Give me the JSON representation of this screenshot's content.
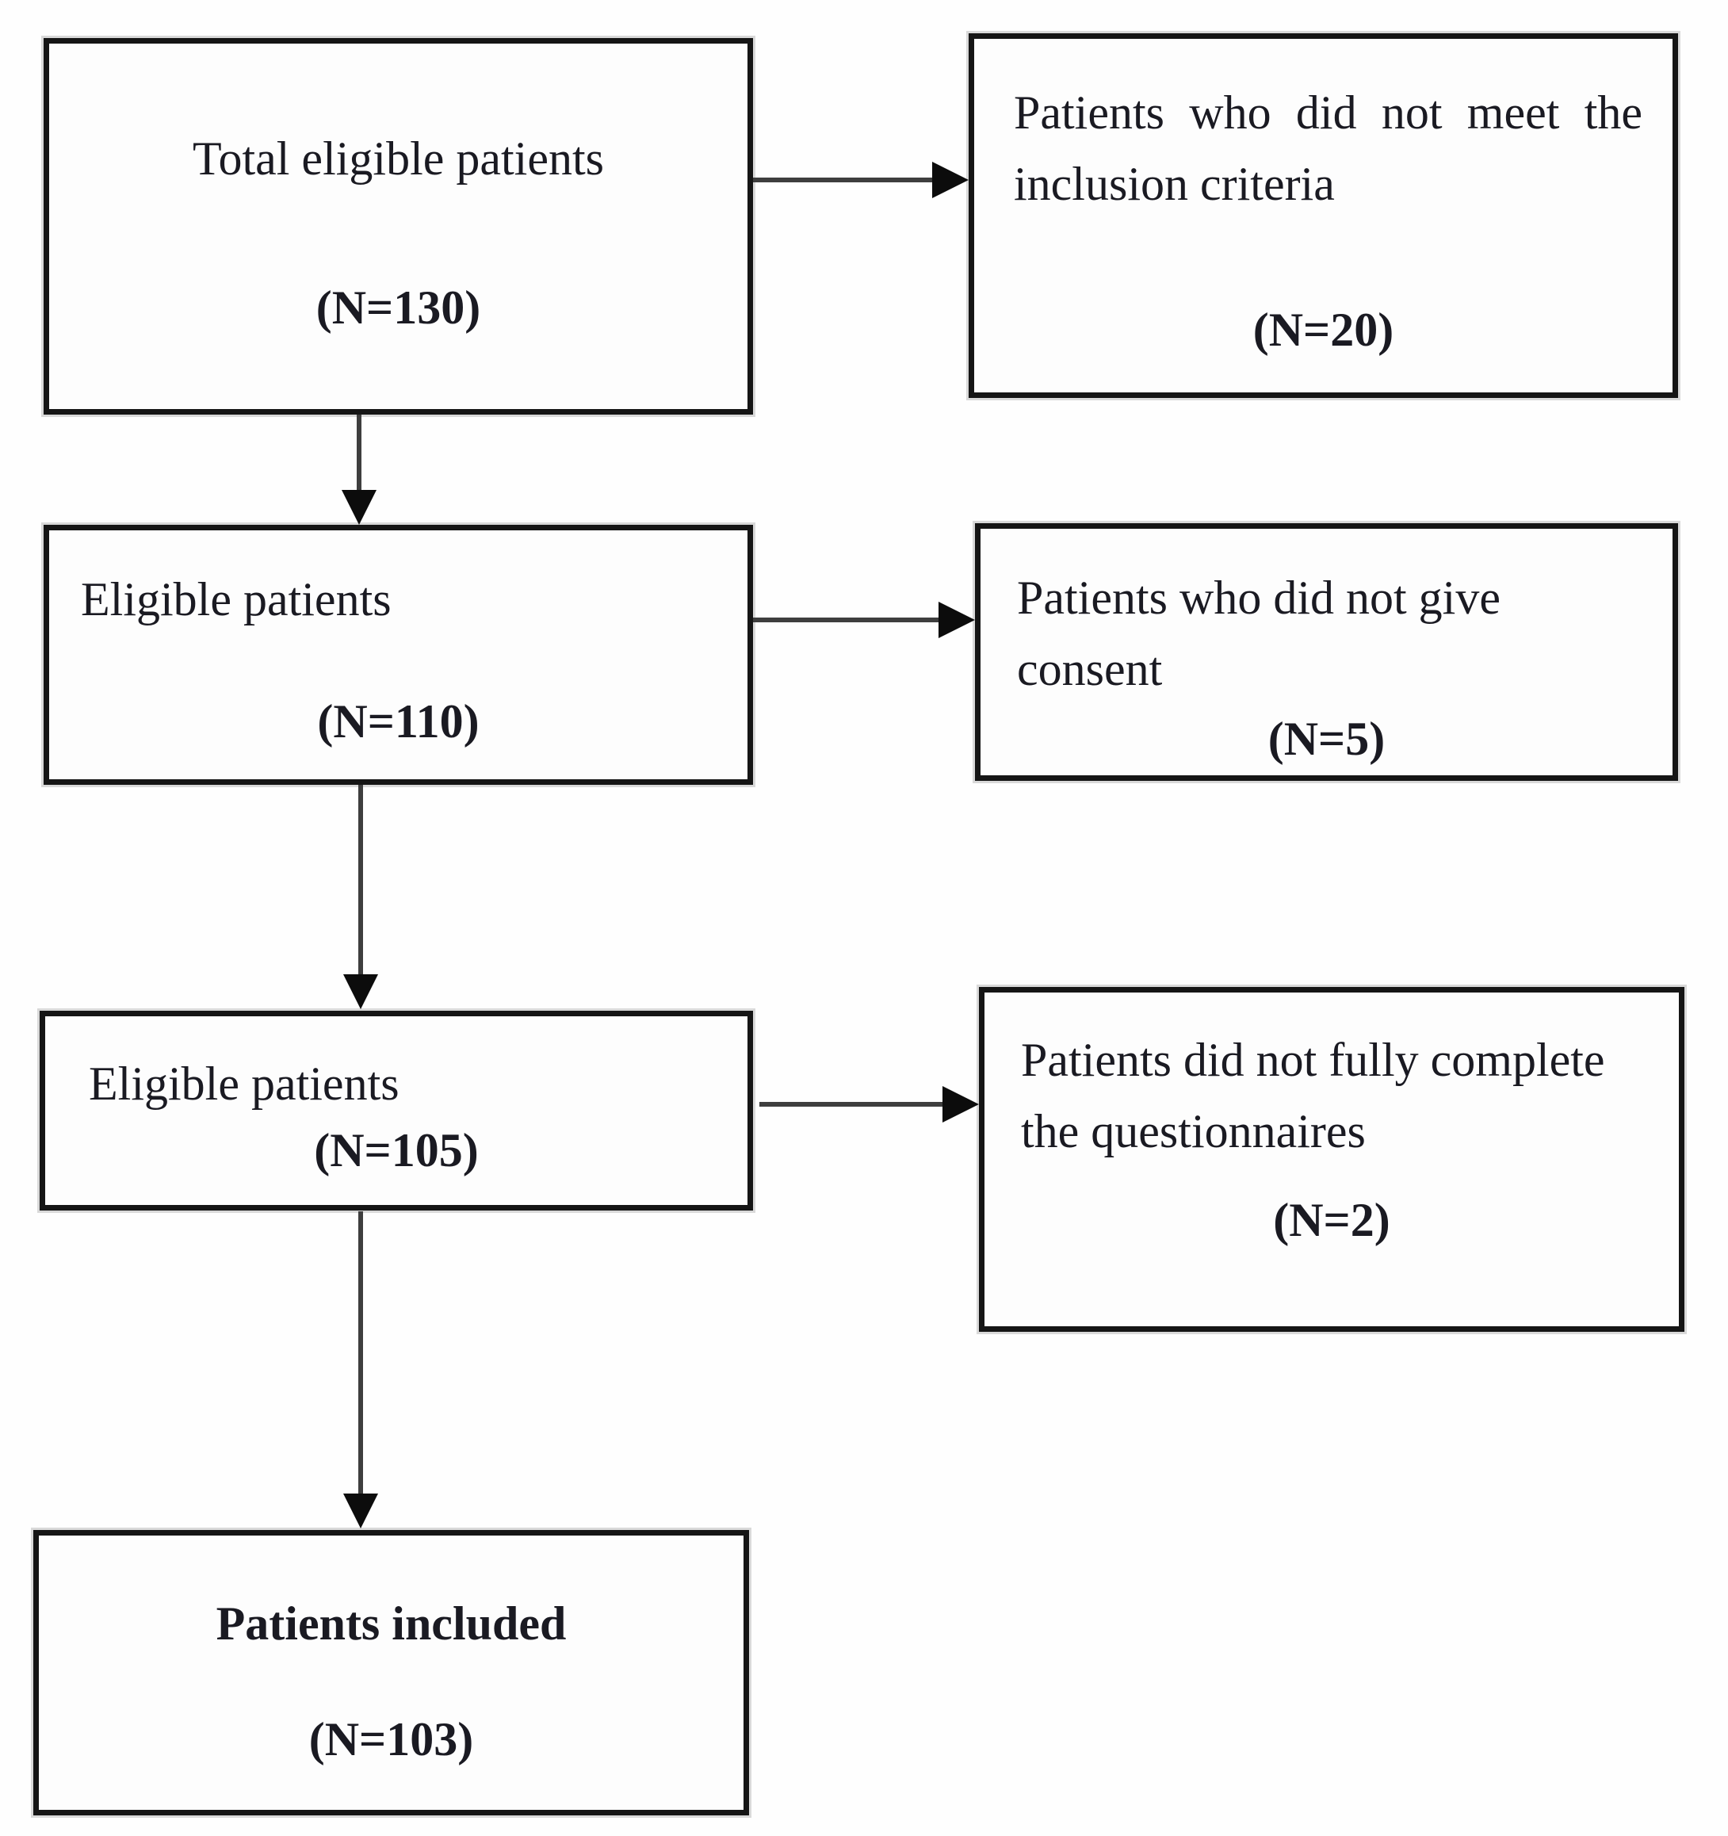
{
  "diagram": {
    "boxes": [
      {
        "key": "total-eligible",
        "label": "Total eligible patients",
        "n": "(N=130)"
      },
      {
        "key": "not-meet-criteria",
        "label": "Patients who did not meet the inclusion criteria",
        "n": "(N=20)"
      },
      {
        "key": "eligible-110",
        "label": "Eligible patients",
        "n": "(N=110)"
      },
      {
        "key": "no-consent",
        "label": "Patients who did not give consent",
        "n": "(N=5)"
      },
      {
        "key": "eligible-105",
        "label": "Eligible patients",
        "n": "(N=105)"
      },
      {
        "key": "incomplete-questionnaires",
        "label": "Patients did not fully complete the questionnaires",
        "n": "(N=2)"
      },
      {
        "key": "patients-included",
        "label": "Patients included",
        "n": "(N=103)"
      }
    ],
    "colors": {
      "box_border": "#151515",
      "text": "#1a1a22",
      "arrow_line": "#3e3e3e",
      "arrow_head": "#0c0c0c",
      "background": "#fefefe"
    }
  }
}
